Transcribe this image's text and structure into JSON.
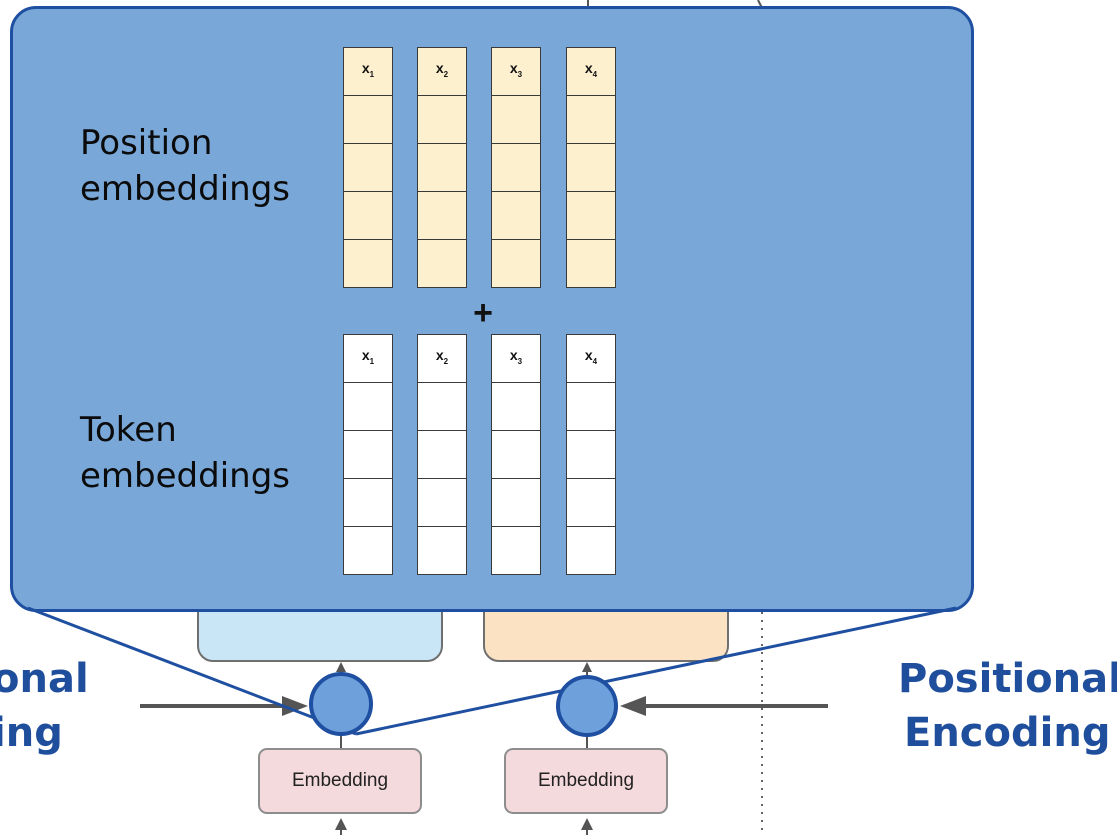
{
  "callout": {
    "position_label": "Position\nembeddings",
    "token_label": "Token\nembeddings",
    "operator": "+",
    "vectors": [
      {
        "name": "x",
        "index": "1"
      },
      {
        "name": "x",
        "index": "2"
      },
      {
        "name": "x",
        "index": "3"
      },
      {
        "name": "x",
        "index": "4"
      }
    ]
  },
  "background": {
    "embedding_labels": [
      "Embedding",
      "Embedding"
    ],
    "left_partial_label_line1": "onal",
    "left_partial_label_line2": "ing",
    "right_label_line1": "Positional",
    "right_label_line2": "Encoding"
  },
  "colors": {
    "callout_fill": "#78a7d8",
    "callout_border": "#1f4fa0",
    "position_cell": "#fdf0cf",
    "token_cell": "#ffffff",
    "embedding_fill": "#f4d9dd",
    "label_blue": "#1f4e9c",
    "sublayer_left": "#c9e6f7",
    "sublayer_right": "#fbe2c2"
  }
}
